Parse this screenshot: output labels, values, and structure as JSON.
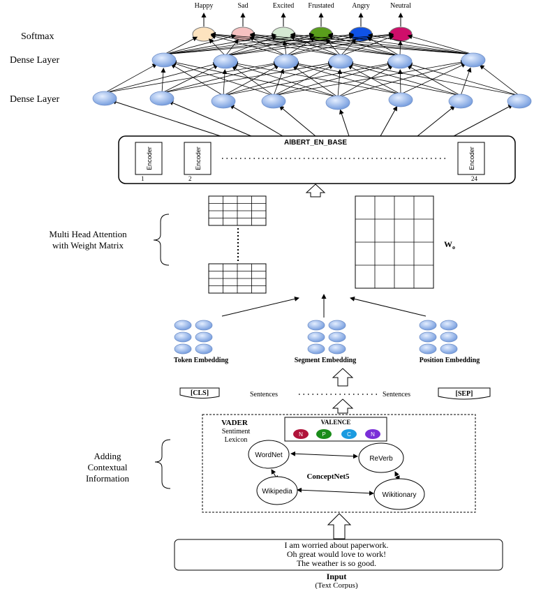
{
  "labels": {
    "softmax": "Softmax",
    "dense_top": "Dense Layer",
    "dense_bottom": "Dense Layer",
    "albert": "AlBERT_EN_BASE",
    "encoder": "Encoder",
    "enc_num_1": "1",
    "enc_num_2": "2",
    "enc_num_24": "24",
    "mha_line1": "Multi Head Attention",
    "mha_line2": "with Weight Matrix",
    "wo_main": "W",
    "wo_sub": "o",
    "token": "Token Embedding",
    "segment": "Segment Embedding",
    "position": "Position Embedding",
    "cls": "[CLS]",
    "sep": "[SEP]",
    "sentences_left": "Sentences",
    "sentences_right": "Sentences",
    "vader": "VADER",
    "sentiment": "Sentiment",
    "lexicon": "Lexicon",
    "valence": "VALENCE",
    "conceptnet": "ConceptNet5",
    "wordnet": "WordNet",
    "reverb": "ReVerb",
    "wikipedia": "Wikipedia",
    "wiktionary": "Wikitionary",
    "adding1": "Adding",
    "adding2": "Contextual",
    "adding3": "Information",
    "input_line1": "I am worried about paperwork.",
    "input_line2": "Oh great would love to work!",
    "input_line3": "The weather  is so good.",
    "input_title": "Input",
    "input_sub": "(Text Corpus)"
  },
  "outputs": [
    {
      "label": "Happy",
      "color": "#fde3bf"
    },
    {
      "label": "Sad",
      "color": "#f6c1c1"
    },
    {
      "label": "Excited",
      "color": "#d4e9d2"
    },
    {
      "label": "Frustated",
      "color": "#5a9e1c"
    },
    {
      "label": "Angry",
      "color": "#0f52e6"
    },
    {
      "label": "Neutral",
      "color": "#cf0e6a"
    }
  ],
  "valence_items": [
    {
      "letter": "N",
      "color": "#b0133a"
    },
    {
      "letter": "P",
      "color": "#1a8c1a"
    },
    {
      "letter": "C",
      "color": "#1b9be0"
    },
    {
      "letter": "N",
      "color": "#7a2fd8"
    }
  ],
  "colors": {
    "node_light": "#cfe0ff",
    "node_dark": "#6f98dc",
    "line": "#000000"
  }
}
